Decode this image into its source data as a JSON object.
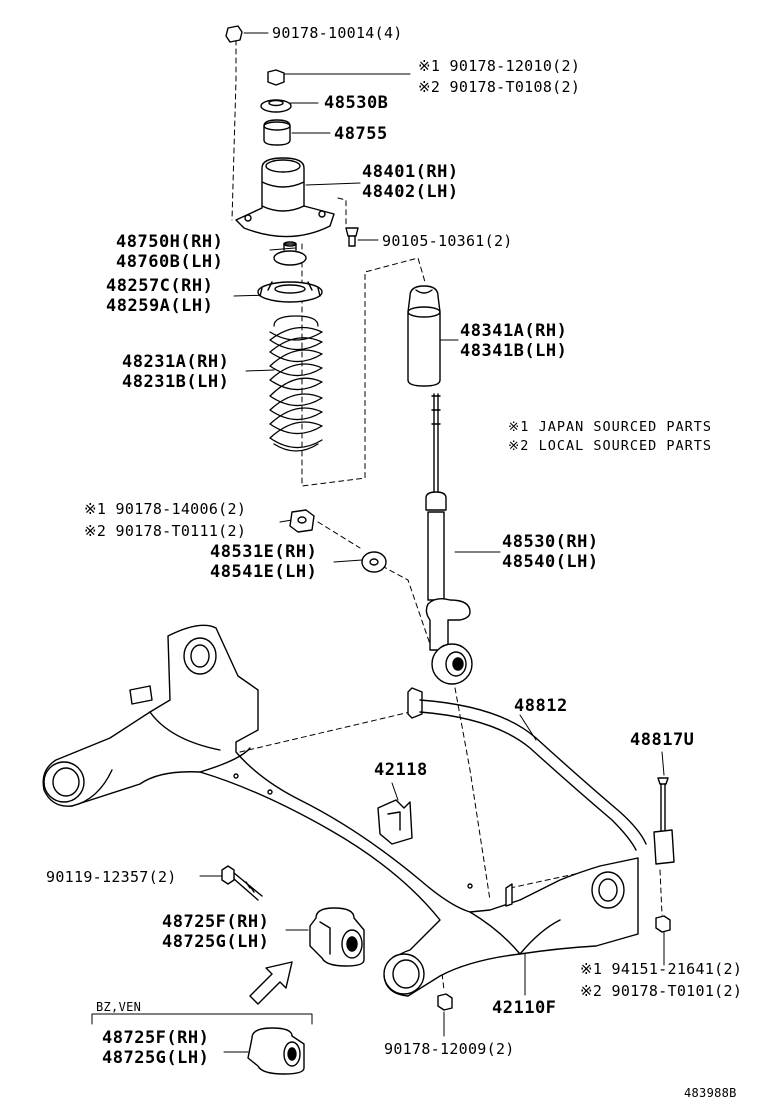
{
  "labels": {
    "nut_top": "90178-10014(4)",
    "nut_japan": "※1 90178-12010(2)",
    "nut_local": "※2 90178-T0108(2)",
    "retainer": "48530B",
    "bumper_top": "48755",
    "support_rh": "48401(RH)",
    "support_lh": "48402(LH)",
    "bolt_support": "90105-10361(2)",
    "seat_upper_rh": "48750H(RH)",
    "seat_upper_lh": "48760B(LH)",
    "insulator_rh": "48257C(RH)",
    "insulator_lh": "48259A(LH)",
    "spring_rh": "48231A(RH)",
    "spring_lh": "48231B(LH)",
    "boot_rh": "48341A(RH)",
    "boot_lh": "48341B(LH)",
    "legend_1": "※1 JAPAN SOURCED PARTS",
    "legend_2": "※2 LOCAL SOURCED PARTS",
    "nut_shock_japan": "※1 90178-14006(2)",
    "nut_shock_local": "※2 90178-T0111(2)",
    "washer_rh": "48531E(RH)",
    "washer_lh": "48541E(LH)",
    "absorber_rh": "48530(RH)",
    "absorber_lh": "48540(LH)",
    "stabilizer_bar": "48812",
    "stabilizer_link": "48817U",
    "bracket": "42118",
    "bolt_axle": "90119-12357(2)",
    "bushing_rh": "48725F(RH)",
    "bushing_lh": "48725G(LH)",
    "nut_bottom_japan": "※1 94151-21641(2)",
    "nut_bottom_local": "※2 90178-T0101(2)",
    "axle_beam": "42110F",
    "nut_axle": "90178-12009(2)",
    "variant_tag": "BZ,VEN",
    "variant_bushing_rh": "48725F(RH)",
    "variant_bushing_lh": "48725G(LH)",
    "drawing_no": "483988B"
  }
}
